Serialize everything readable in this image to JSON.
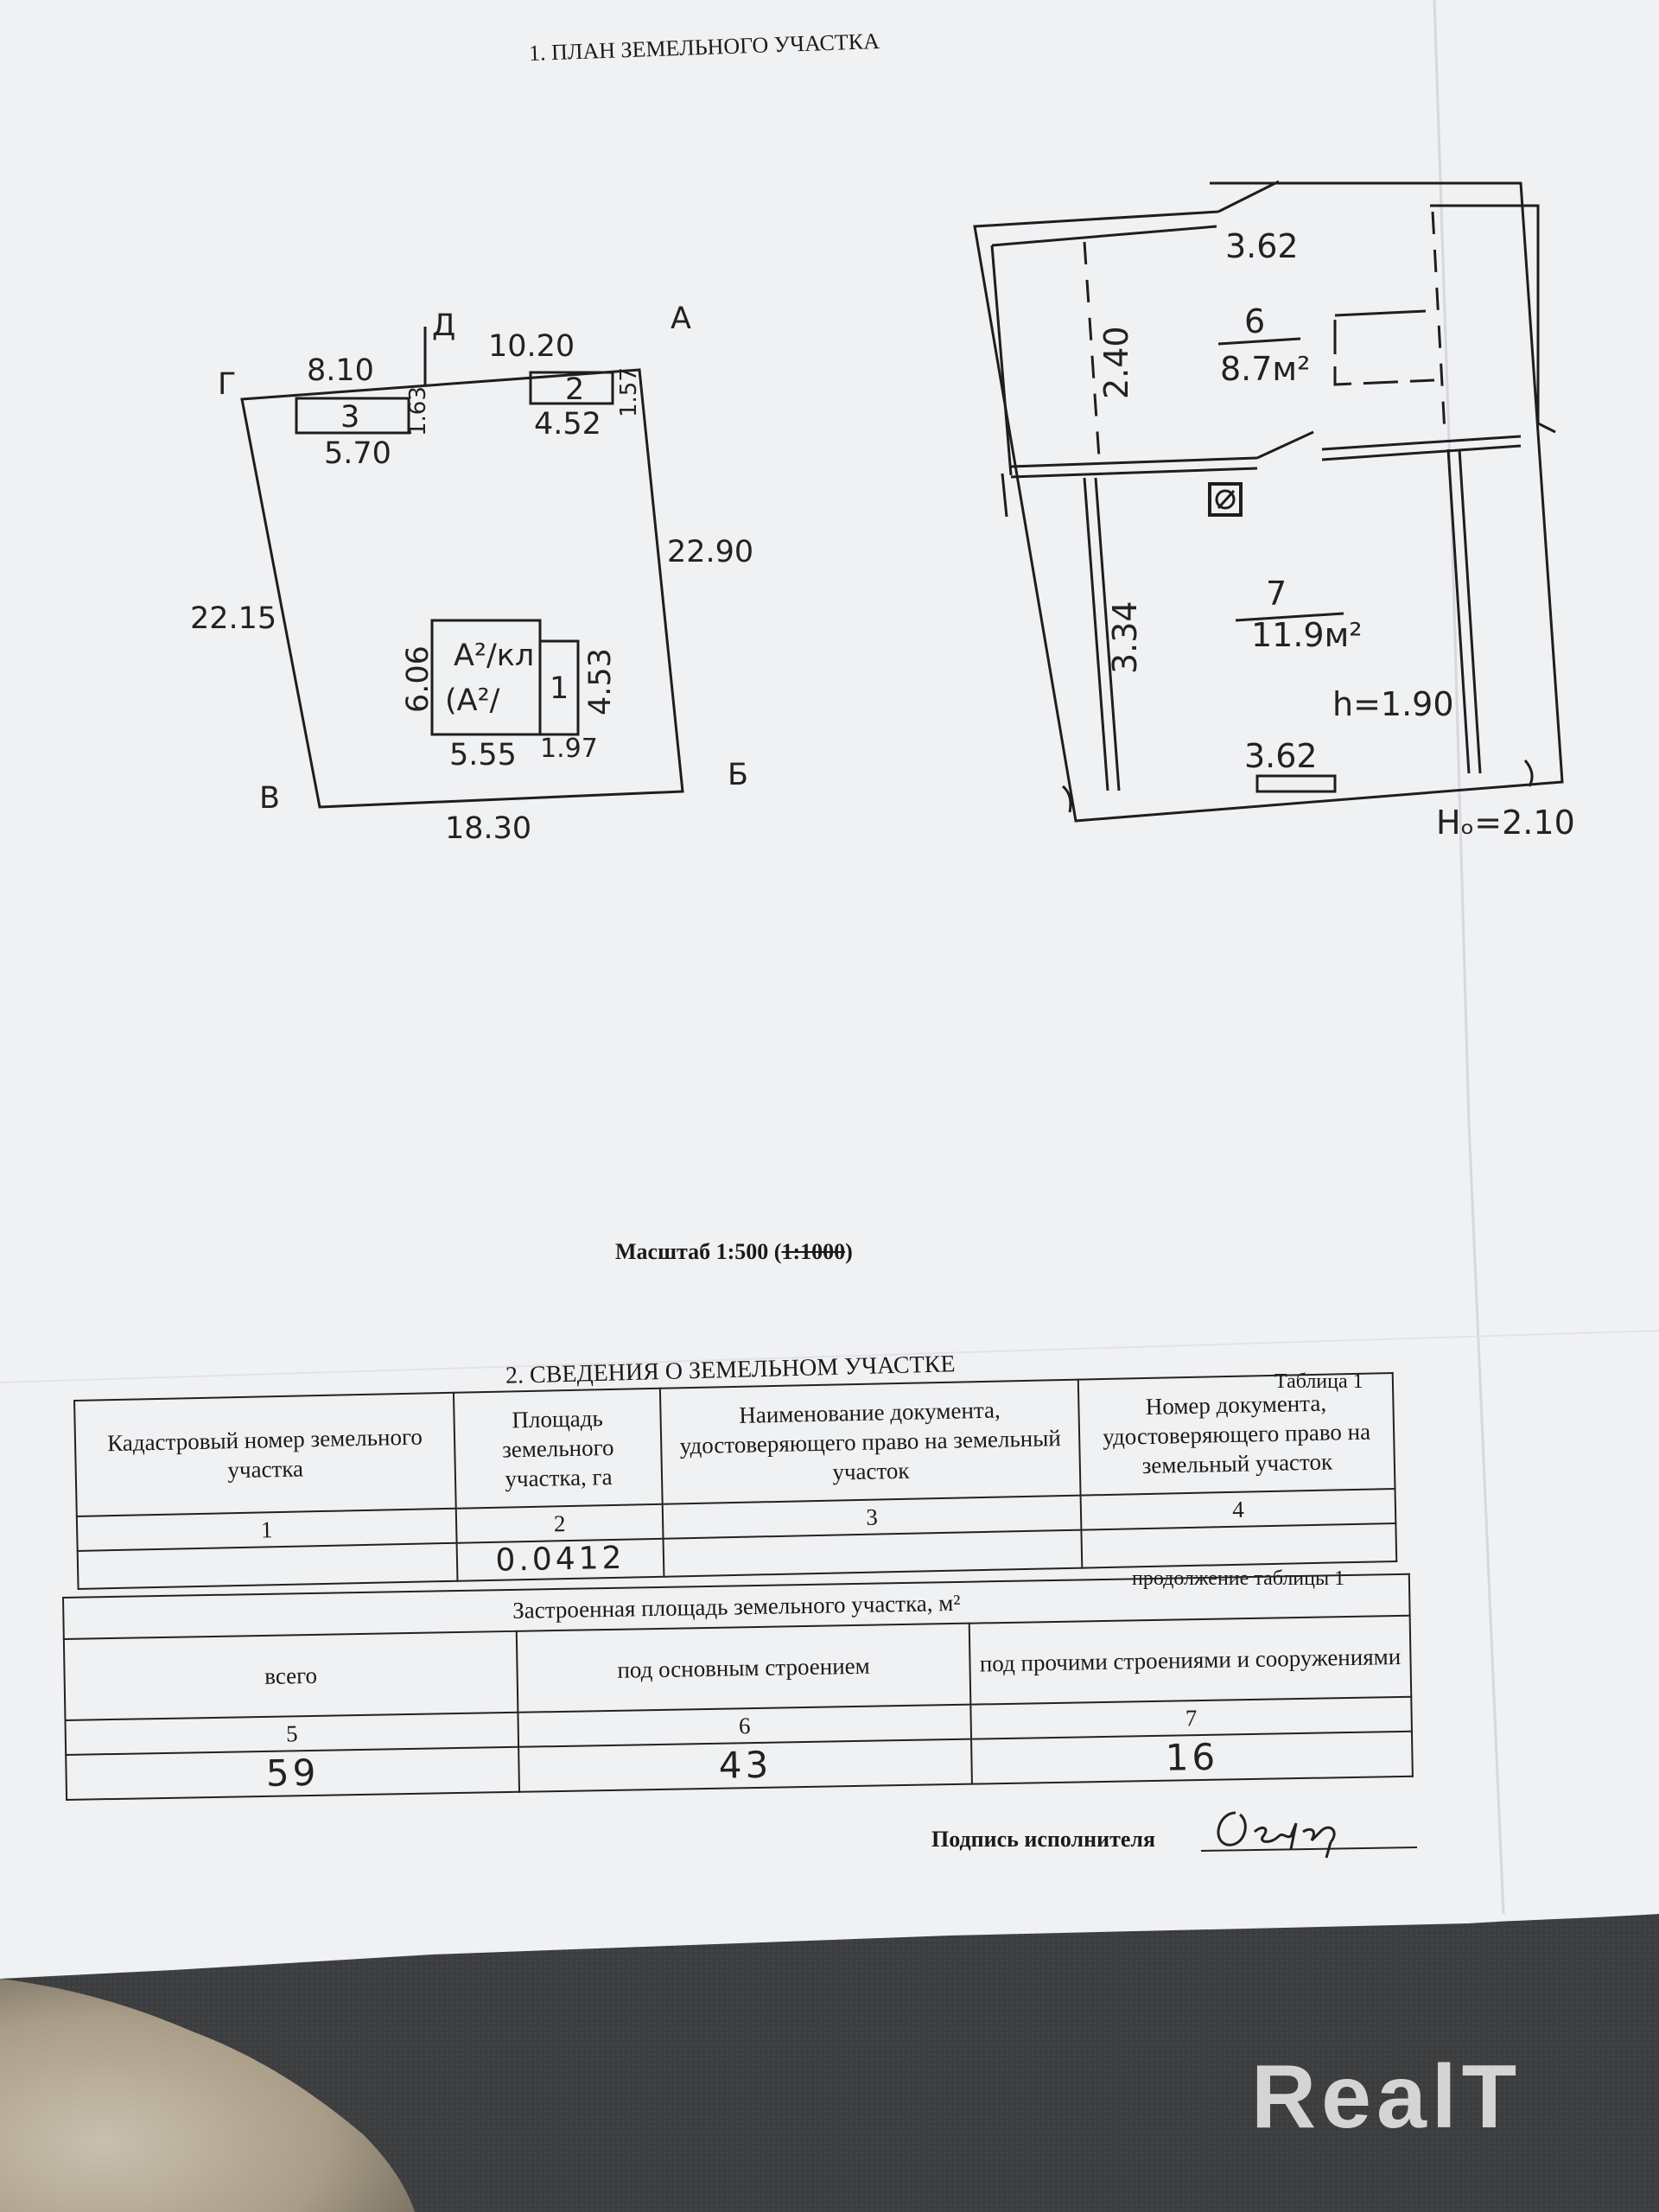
{
  "section1": {
    "title": "1. ПЛАН ЗЕМЕЛЬНОГО УЧАСТКА"
  },
  "site_plan": {
    "corners": {
      "a": "А",
      "b": "Б",
      "v": "В",
      "g": "Г",
      "d": "Д"
    },
    "dims": {
      "top_left": "8.10",
      "top_right": "10.20",
      "right": "22.90",
      "left": "22.15",
      "bottom": "18.30",
      "b3_width": "5.70",
      "b3_height": "1.63",
      "b2_width": "4.52",
      "b2_height": "1.57",
      "main_height": "6.06",
      "main_width": "5.55",
      "ext_width": "1.97",
      "ext_height": "4.53"
    },
    "labels": {
      "b3": "3",
      "b2": "2",
      "ext": "1",
      "main_top": "А²/кл",
      "main_bottom": "(А²/"
    }
  },
  "floor_plan": {
    "top_width": "3.62",
    "bottom_width": "3.62",
    "room6": {
      "num": "6",
      "area": "8.7м²",
      "height_dim": "2.40"
    },
    "room7": {
      "num": "7",
      "area": "11.9м²",
      "height_dim": "3.34"
    },
    "h_inner": "h=1.90",
    "h_outer": "Hₒ=2.10"
  },
  "scale": {
    "prefix": "Масштаб 1:500 (",
    "struck": "1:1000",
    "suffix": ")"
  },
  "section2": {
    "title": "2. СВЕДЕНИЯ  О ЗЕМЕЛЬНОМ УЧАСТКЕ",
    "table_label": "Таблица 1",
    "headers": [
      "Кадастровый номер земельного участка",
      "Площадь земельного участка, га",
      "Наименование документа, удостоверяющего право на земельный участок",
      "Номер документа, удостоверяющего право на земельный участок"
    ],
    "col_nums": [
      "1",
      "2",
      "3",
      "4"
    ],
    "row": [
      "",
      "0.0412",
      "",
      ""
    ]
  },
  "continuation": {
    "label": "продолжение таблицы 1",
    "title": "Застроенная площадь земельного участка, м²",
    "headers": [
      "всего",
      "под основным строением",
      "под прочими строениями и сооружениями"
    ],
    "col_nums": [
      "5",
      "6",
      "7"
    ],
    "values": [
      "59",
      "43",
      "16"
    ]
  },
  "signature": {
    "label": "Подпись исполнителя"
  },
  "watermark": {
    "text": "RealT"
  },
  "colors": {
    "paper": "#f0f1f3",
    "ink": "#1a1a1a",
    "fabric": "#3a3b3c",
    "fleece": "#b9ad98"
  }
}
